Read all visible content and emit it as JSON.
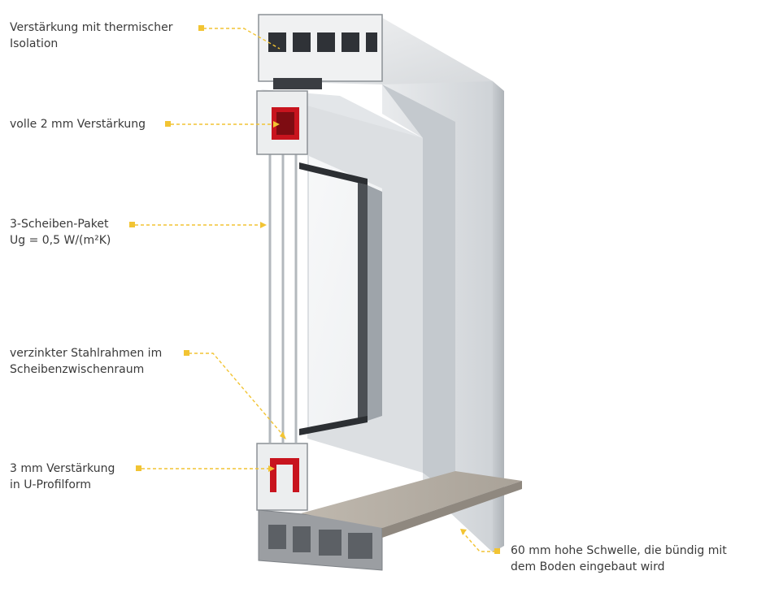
{
  "labels": [
    {
      "id": "reinforcement-thermal",
      "lines": [
        "Verstärkung mit thermischer",
        "Isolation"
      ]
    },
    {
      "id": "full-2mm",
      "lines": [
        "volle 2 mm Verstärkung"
      ]
    },
    {
      "id": "triple-glazing",
      "lines": [
        "3-Scheiben-Paket",
        "Ug = 0,5 W/(m²K)"
      ]
    },
    {
      "id": "steel-frame",
      "lines": [
        "verzinkter Stahlrahmen im",
        "Scheibenzwischenraum"
      ]
    },
    {
      "id": "3mm-u-profile",
      "lines": [
        "3 mm Verstärkung",
        "in U-Profilform"
      ]
    },
    {
      "id": "threshold",
      "lines": [
        "60 mm hohe Schwelle, die bündig mit",
        "dem Boden eingebaut wird"
      ]
    }
  ],
  "colors": {
    "accent": "#f2c433",
    "text": "#3a3a3a",
    "reinforcement": "#c8141e",
    "frame": "#d9dcdf",
    "frame_shadow": "#b9bec3",
    "threshold": "#b8b1a7"
  }
}
